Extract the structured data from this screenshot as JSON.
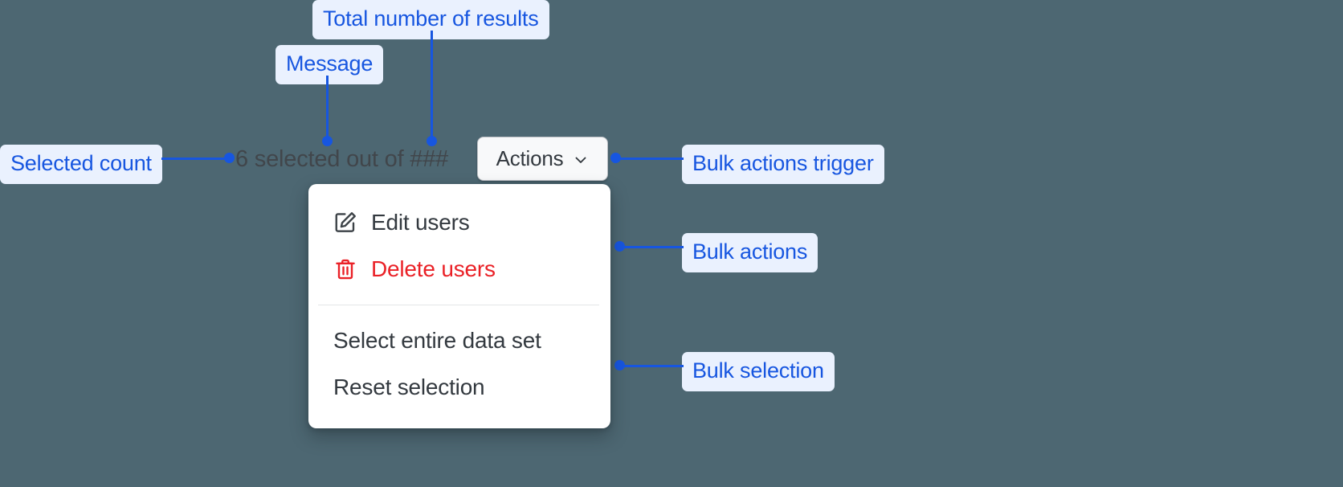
{
  "canvas": {
    "background_color": "#4d6772",
    "annotation_color": "#1756e0",
    "annotation_pill_bg": "#eaf1fe"
  },
  "annotations": [
    {
      "id": "total-results",
      "label": "Total number of results"
    },
    {
      "id": "message",
      "label": "Message"
    },
    {
      "id": "selected-count",
      "label": "Selected count"
    },
    {
      "id": "bulk-actions-trigger",
      "label": "Bulk actions trigger"
    },
    {
      "id": "bulk-actions",
      "label": "Bulk actions"
    },
    {
      "id": "bulk-selection",
      "label": "Bulk selection"
    }
  ],
  "widget": {
    "selection_message": {
      "full_text": "6 selected out of ###",
      "selected_count": "6",
      "middle_text": " selected out of ",
      "total_results": "###",
      "text_color": "#41464b"
    },
    "actions_button": {
      "label": "Actions",
      "icon": "chevron-down-icon",
      "background_color": "#f8f9fa",
      "border_color": "#b9bdc2",
      "text_color": "#33393f"
    },
    "menu": {
      "groups": [
        {
          "name": "bulk-actions",
          "items": [
            {
              "label": "Edit users",
              "icon": "edit-pencil-icon",
              "danger": false
            },
            {
              "label": "Delete users",
              "icon": "trash-icon",
              "danger": true
            }
          ]
        },
        {
          "name": "bulk-selection",
          "items": [
            {
              "label": "Select entire data set",
              "icon": null,
              "danger": false
            },
            {
              "label": "Reset selection",
              "icon": null,
              "danger": false
            }
          ]
        }
      ],
      "danger_color": "#ea2127",
      "text_color": "#33393f",
      "background_color": "#ffffff",
      "divider_color": "#e3e5e7"
    }
  }
}
